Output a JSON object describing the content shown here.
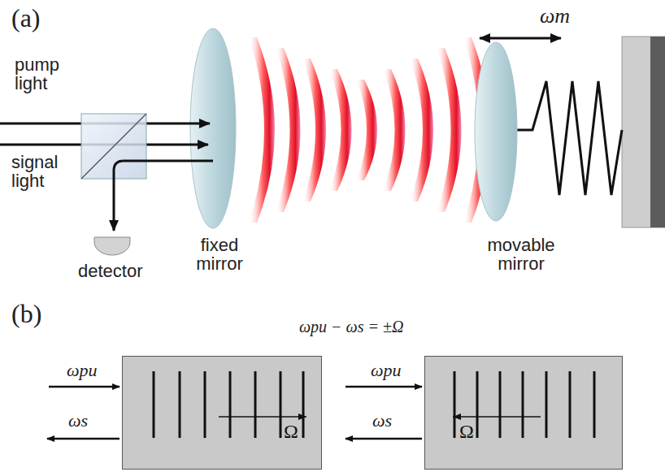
{
  "diagram": {
    "nodes": [
      {
        "text": [
          "Ω"
        ]
      },
      {
        "text": [
          "Ω"
        ]
      }
    ],
    "labels": [
      "(a)",
      "pump light",
      "signal light",
      "detector",
      "fixed mirror",
      "movable mirror",
      "ωm",
      "(b)",
      "ωpu − ωs = ±Ω",
      "ωpu",
      "ωs",
      "ωpu",
      "ωs"
    ]
  }
}
